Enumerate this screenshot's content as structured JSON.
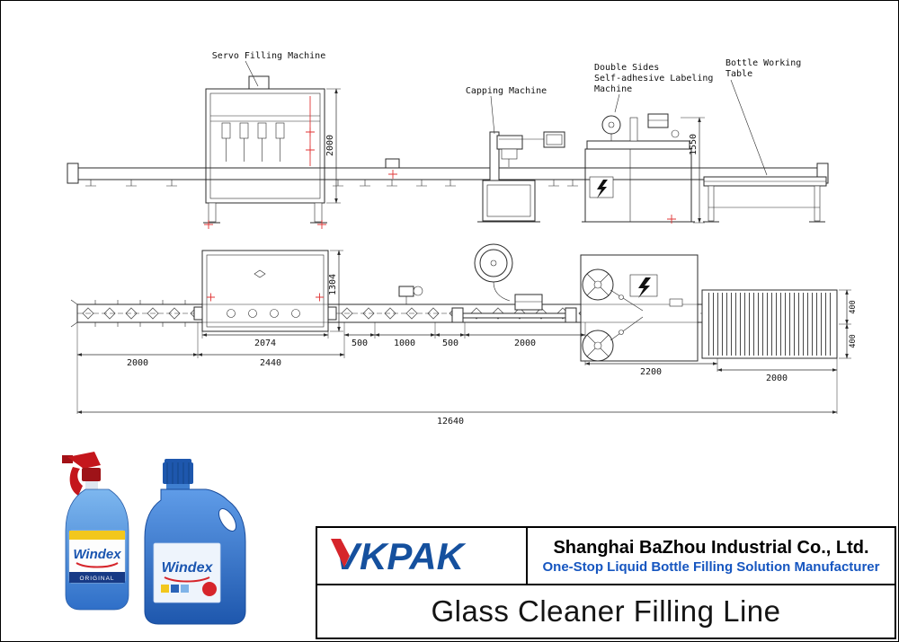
{
  "drawing": {
    "labels": {
      "servo": "Servo Filling Machine",
      "capping": "Capping Machine",
      "labeling1": "Double Sides",
      "labeling2": "Self-adhesive Labeling",
      "labeling3": "Machine",
      "table1": "Bottle Working",
      "table2": "Table"
    },
    "dims": {
      "filler_height": "2000",
      "labeler_height": "1550",
      "conveyor_width": "1304",
      "filler_body": "2074",
      "gap_a": "500",
      "cap_infeed": "1000",
      "gap_b": "500",
      "capper_len": "2000",
      "infeed_len": "2000",
      "filler_len": "2440",
      "labeler_len": "2200",
      "table_len": "2000",
      "table_w1": "400",
      "table_w2": "400",
      "total_len": "12640"
    }
  },
  "products": {
    "spray": {
      "brand": "Windex",
      "variant": "ORIGINAL"
    },
    "jug": {
      "brand": "Windex"
    }
  },
  "branding": {
    "logo": "VKPAK",
    "company": "Shanghai BaZhou Industrial Co., Ltd.",
    "tagline": "One-Stop Liquid Bottle Filling Solution Manufacturer",
    "title": "Glass Cleaner Filling Line"
  },
  "colors": {
    "drawing_line": "#2b2b2b",
    "red_mark": "#e03434",
    "brand_blue": "#1656c0",
    "logo_blue": "#15509e",
    "logo_red": "#d6252b",
    "windex_blue": "#2f6fc8"
  }
}
